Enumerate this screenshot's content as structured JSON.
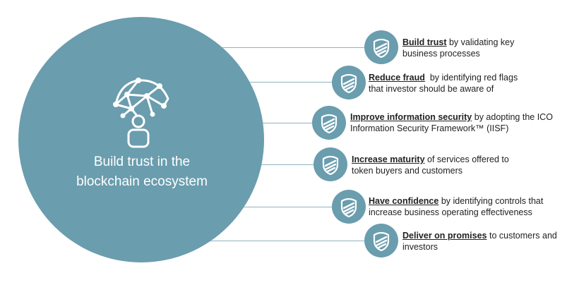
{
  "hub": {
    "line1": "Build trust in the",
    "line2": "blockchain ecosystem",
    "icon": "blockchain-network-person-icon"
  },
  "badge_icon": "shield-stripes-icon",
  "colors": {
    "circle": "#6a9dae",
    "connector": "#8fb3c1",
    "text": "#222222"
  },
  "items": [
    {
      "bold": "Build trust",
      "rest1": " by validating key",
      "rest2": "business processes"
    },
    {
      "bold": "Reduce fraud",
      "rest1": "  by identifying red flags",
      "rest2": "that investor should be aware of"
    },
    {
      "bold": "Improve information security",
      "rest1": " by adopting the ICO",
      "rest2": "Information Security Framework™ (IISF)"
    },
    {
      "bold": "Increase maturity",
      "rest1": " of services offered to",
      "rest2": "token buyers and customers"
    },
    {
      "bold": "Have confidence",
      "rest1": " by identifying controls that",
      "rest2": "increase business operating effectiveness"
    },
    {
      "bold": "Deliver on promises",
      "rest1": " to customers and",
      "rest2": "investors"
    }
  ]
}
